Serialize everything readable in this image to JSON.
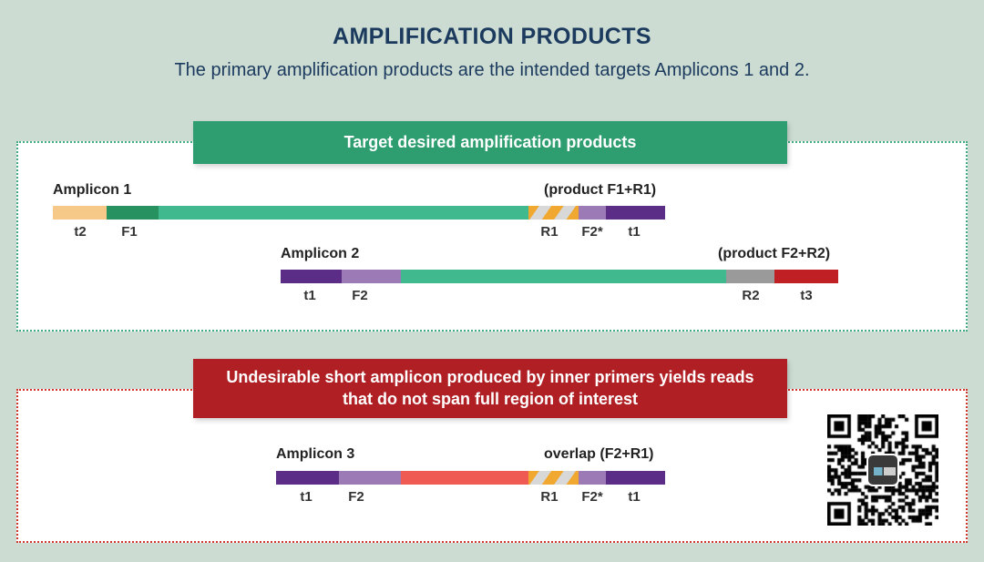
{
  "header": {
    "title": "AMPLIFICATION PRODUCTS",
    "subtitle": "The primary amplification products are the intended targets Amplicons 1 and 2."
  },
  "colors": {
    "background": "#ccdcd2",
    "title": "#1b3a5e",
    "green_banner": "#2e9e70",
    "red_banner": "#b01f24",
    "green_border": "#3faa80",
    "red_border": "#d0342c",
    "t2_orange": "#f6c988",
    "f1_dark_green": "#27915f",
    "body_green": "#3fb98d",
    "r1_stripe_orange": "#f0a830",
    "r1_stripe_gray": "#d8d8d8",
    "f2_light_purple": "#9c7ab5",
    "t1_dark_purple": "#5b2d87",
    "r2_gray": "#9a9a9a",
    "t3_red": "#c01f24",
    "body_red": "#ef5a52"
  },
  "panels": [
    {
      "id": "target",
      "banner": "Target desired amplification products",
      "border_style": "dotted-green"
    },
    {
      "id": "undesired",
      "banner": "Undesirable short amplicon produced by inner primers yields reads that do not span full region of interest",
      "border_style": "dotted-red"
    }
  ],
  "amplicons": [
    {
      "name": "Amplicon 1",
      "product": "(product F1+R1)",
      "segments": [
        {
          "label": "t2",
          "color": "#f6c988",
          "kind": "solid"
        },
        {
          "label": "F1",
          "color": "#27915f",
          "kind": "solid"
        },
        {
          "label": "",
          "color": "#3fb98d",
          "kind": "solid"
        },
        {
          "label": "R1",
          "color": "stripe",
          "kind": "stripe"
        },
        {
          "label": "F2*",
          "color": "#9c7ab5",
          "kind": "solid"
        },
        {
          "label": "t1",
          "color": "#5b2d87",
          "kind": "solid"
        }
      ],
      "tick_labels": [
        "t2",
        "F1",
        "R1",
        "F2*",
        "t1"
      ]
    },
    {
      "name": "Amplicon 2",
      "product": "(product F2+R2)",
      "segments": [
        {
          "label": "t1",
          "color": "#5b2d87",
          "kind": "solid"
        },
        {
          "label": "F2",
          "color": "#9c7ab5",
          "kind": "solid"
        },
        {
          "label": "",
          "color": "#3fb98d",
          "kind": "solid"
        },
        {
          "label": "R2",
          "color": "#9a9a9a",
          "kind": "solid"
        },
        {
          "label": "t3",
          "color": "#c01f24",
          "kind": "solid"
        }
      ],
      "tick_labels": [
        "t1",
        "F2",
        "R2",
        "t3"
      ]
    },
    {
      "name": "Amplicon 3",
      "product": "overlap (F2+R1)",
      "segments": [
        {
          "label": "t1",
          "color": "#5b2d87",
          "kind": "solid"
        },
        {
          "label": "F2",
          "color": "#9c7ab5",
          "kind": "solid"
        },
        {
          "label": "",
          "color": "#ef5a52",
          "kind": "solid"
        },
        {
          "label": "R1",
          "color": "stripe",
          "kind": "stripe"
        },
        {
          "label": "F2*",
          "color": "#9c7ab5",
          "kind": "solid"
        },
        {
          "label": "t1",
          "color": "#5b2d87",
          "kind": "solid"
        }
      ],
      "tick_labels": [
        "t1",
        "F2",
        "R1",
        "F2*",
        "t1"
      ]
    }
  ],
  "qr": {
    "name": "qr-code",
    "logo_present": true
  }
}
